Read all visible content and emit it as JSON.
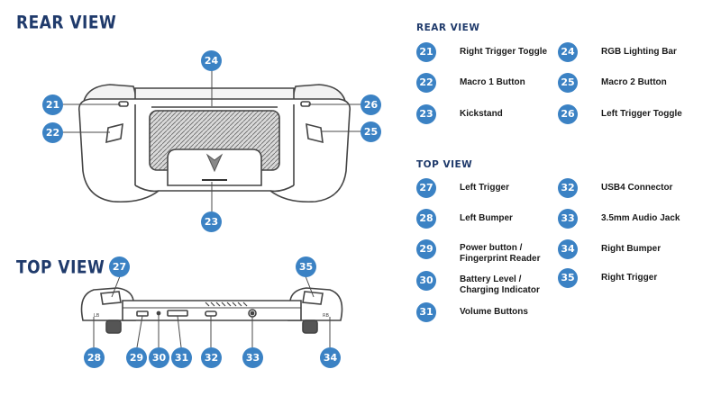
{
  "diagram": {
    "rear_view_title": "REAR VIEW",
    "top_view_title": "TOP VIEW",
    "rear_callouts": [
      "21",
      "22",
      "23",
      "24",
      "25",
      "26"
    ],
    "top_callouts": [
      "27",
      "28",
      "29",
      "30",
      "31",
      "32",
      "33",
      "34",
      "35"
    ],
    "device_side_labels": {
      "left": "LB",
      "right": "RB"
    }
  },
  "legend": {
    "rear_heading": "REAR VIEW",
    "top_heading": "TOP VIEW",
    "rear_items": [
      {
        "num": "21",
        "text": "Right Trigger Toggle"
      },
      {
        "num": "22",
        "text": "Macro 1 Button"
      },
      {
        "num": "23",
        "text": "Kickstand"
      },
      {
        "num": "24",
        "text": "RGB Lighting Bar"
      },
      {
        "num": "25",
        "text": "Macro 2 Button"
      },
      {
        "num": "26",
        "text": "Left Trigger Toggle"
      }
    ],
    "top_items": [
      {
        "num": "27",
        "text": "Left Trigger"
      },
      {
        "num": "28",
        "text": "Left Bumper"
      },
      {
        "num": "29",
        "text": "Power button /\nFingerprint Reader"
      },
      {
        "num": "30",
        "text": "Battery Level /\nCharging Indicator"
      },
      {
        "num": "31",
        "text": "Volume Buttons"
      },
      {
        "num": "32",
        "text": "USB4 Connector"
      },
      {
        "num": "33",
        "text": "3.5mm Audio Jack"
      },
      {
        "num": "34",
        "text": "Right Bumper"
      },
      {
        "num": "35",
        "text": "Right Trigger"
      }
    ]
  },
  "colors": {
    "accent": "#3b82c4",
    "heading": "#1f3a6b",
    "line": "#4a4a4a"
  }
}
